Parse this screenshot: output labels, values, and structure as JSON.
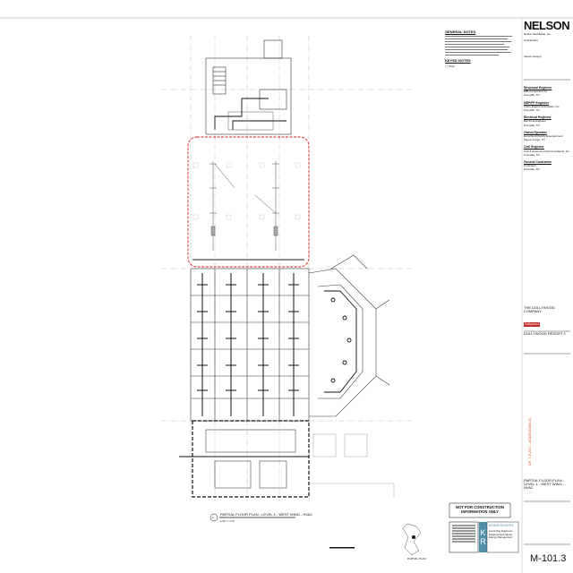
{
  "firm": {
    "logo": "NELSON",
    "name": "Nelson Worldwide, Inc.",
    "architecture_label": "Architecture",
    "interior_design_label": "Interior Design"
  },
  "consultants": [
    {
      "role": "Structural Engineer",
      "name": "MBI Companies Inc.",
      "city": "Knoxville, TN"
    },
    {
      "role": "MEP/FP Engineer",
      "name": "Kraus-Rogers Associates, Inc.",
      "city": "Knoxville, TN"
    },
    {
      "role": "Electrical Engineer",
      "name": "Electrical Engineer",
      "city": "Knoxville, TN"
    },
    {
      "role": "Owner/Operator",
      "name": "Herschend Family Entertainment",
      "city": "Pigeon Forge, TN"
    },
    {
      "role": "Civil Engineer",
      "name": "Civil & Environmental Consultants, Inc.",
      "city": "Knoxville, TN"
    },
    {
      "role": "General Contractor",
      "name": "Contractor",
      "city": "Knoxville, TN"
    }
  ],
  "notes": {
    "general_title": "GENERAL NOTES",
    "keyed_title": "KEYED NOTES",
    "keyed_item": "Note"
  },
  "client": {
    "name_line1": "THE DOLLYWOOD",
    "name_line2": "COMPANY",
    "logo": "Dollywood",
    "project": "DOLLYWOOD RESORT 2"
  },
  "stamp": {
    "line1": "NOT FOR CONSTRUCTION",
    "line2": "INFORMATION ONLY"
  },
  "engineer_logo": {
    "mark": "KR",
    "name": "KRAUS-ROGERS",
    "tagline": "Consulting Engineers Engineering Analysis Energy Management"
  },
  "revision_text": "DR. 7.8.2021 - ADDENDUM #3",
  "sheet": {
    "title_line1": "PARTIAL FLOOR PLAN -",
    "title_line2": "LEVEL 1 - WEST WING -",
    "title_line3": "HVAC",
    "number": "M-101.3"
  },
  "drawing": {
    "title": "PARTIAL FLOOR PLAN - LEVEL 1 - WEST WING - HVAC",
    "scale": "1/16\" = 1'-0\"",
    "callout_number": "1",
    "key_plan_label": "PARTIAL PLAN",
    "cloud_color": "#d21f1f"
  }
}
